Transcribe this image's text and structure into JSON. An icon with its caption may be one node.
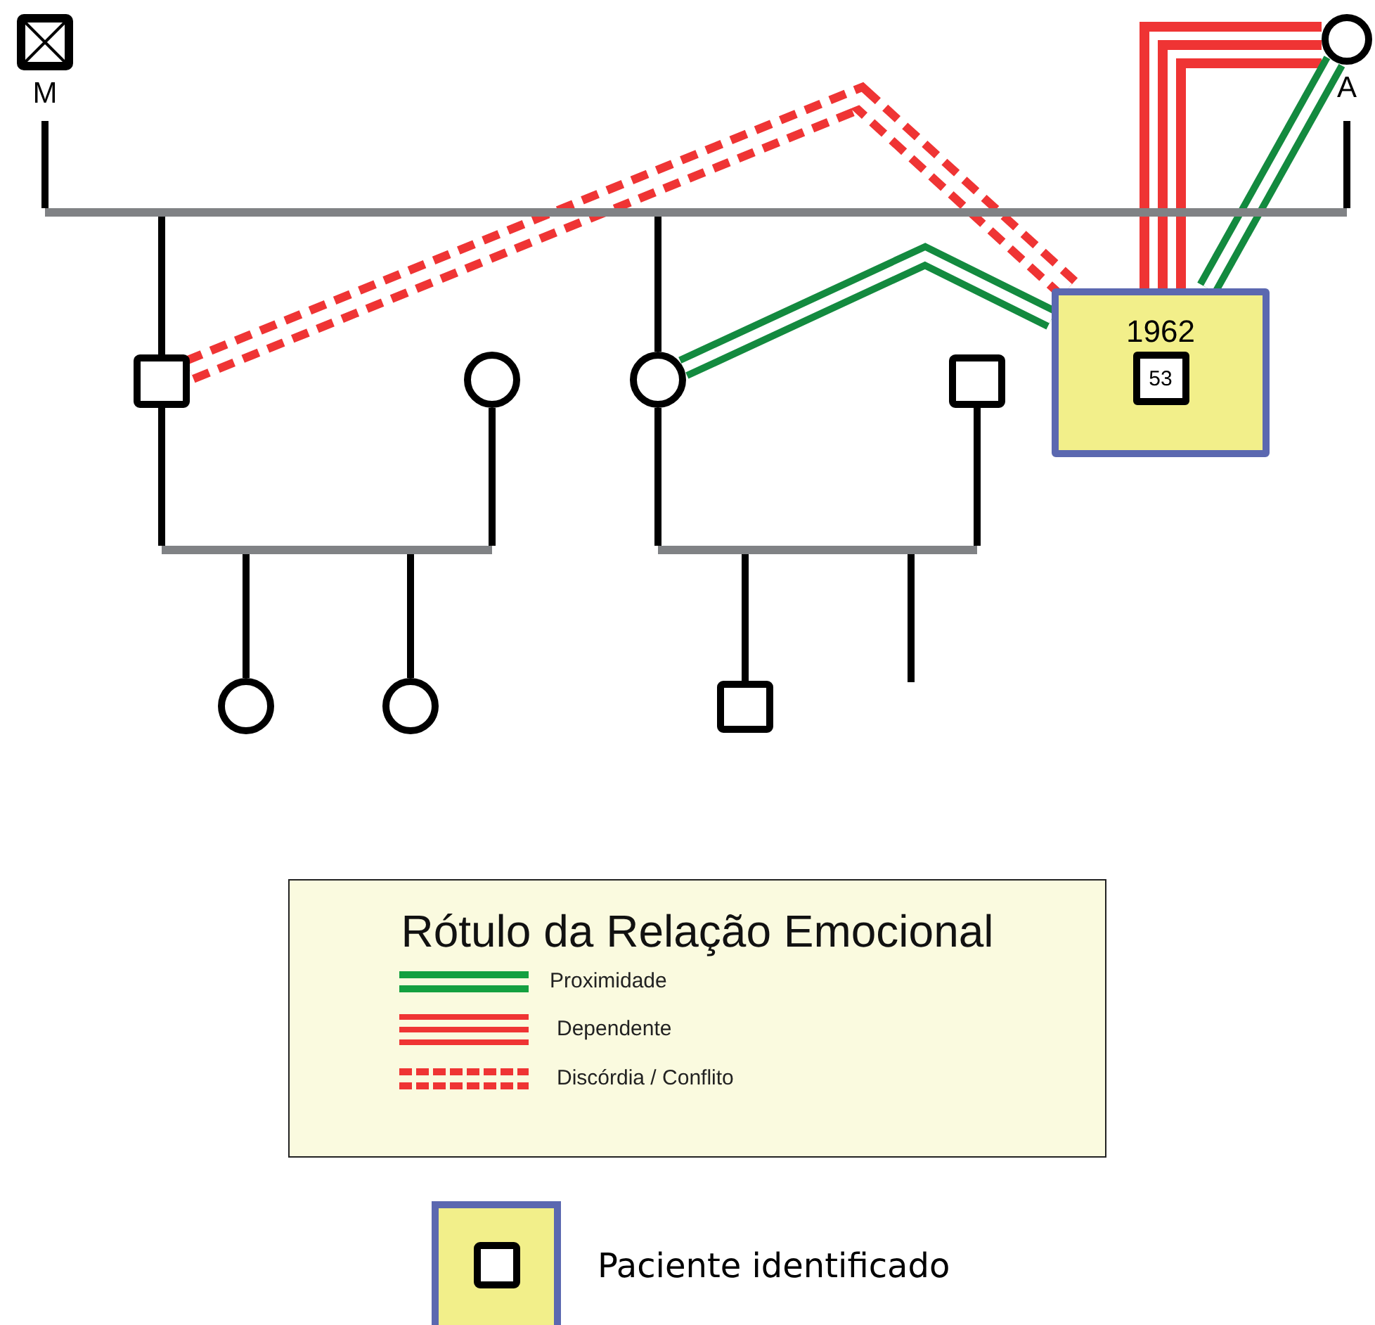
{
  "diagram": {
    "nodes": [
      {
        "text": [
          "M"
        ]
      },
      {
        "text": [
          "A"
        ]
      },
      {
        "text": [],
        "shape": "bar"
      },
      {
        "text": [],
        "shape": "box"
      },
      {
        "text": [],
        "shape": "circle"
      },
      {
        "text": [],
        "shape": "bar"
      },
      {
        "text": [],
        "shape": "circle"
      },
      {
        "text": [],
        "shape": "box"
      },
      {
        "text": [],
        "shape": "bar"
      },
      {
        "text": [
          "1962"
        ]
      },
      {
        "text": [
          "53"
        ],
        "in": 9
      },
      {
        "text": [],
        "shape": "circle"
      },
      {
        "text": [],
        "shape": "circle"
      },
      {
        "text": [],
        "shape": "box"
      },
      {
        "text": [],
        "shape": "box"
      }
    ],
    "edges": [
      {
        "from": 0,
        "to": 2,
        "arrow": "none"
      },
      {
        "from": 1,
        "to": 2,
        "arrow": "none"
      },
      {
        "from": 2,
        "to": 3,
        "arrow": "none"
      },
      {
        "from": 2,
        "to": 6,
        "arrow": "none"
      },
      {
        "from": 3,
        "to": 5,
        "arrow": "none"
      },
      {
        "from": 4,
        "to": 5,
        "arrow": "none"
      },
      {
        "from": 5,
        "to": 11,
        "arrow": "none"
      },
      {
        "from": 5,
        "to": 12,
        "arrow": "none"
      },
      {
        "from": 6,
        "to": 8,
        "arrow": "none"
      },
      {
        "from": 7,
        "to": 8,
        "arrow": "none"
      },
      {
        "from": 8,
        "to": 13,
        "arrow": "none"
      },
      {
        "from": 8,
        "to": null,
        "arrow": "none"
      },
      {
        "from": 3,
        "to": 9,
        "arrow": "none",
        "style": "dashed",
        "color": "#ef3434"
      },
      {
        "from": 6,
        "to": 9,
        "arrow": "none",
        "style": "thick",
        "color": "#138a3f"
      },
      {
        "from": 9,
        "to": 1,
        "arrow": "none",
        "style": "thick",
        "color": "#ef3434"
      },
      {
        "from": 9,
        "to": 1,
        "arrow": "none",
        "style": "thick",
        "color": "#138a3f"
      }
    ],
    "labels": [
      "Rótulo da Relação Emocional"
    ],
    "legend": [
      {
        "text": "Proximidade"
      },
      {
        "text": "Dependente"
      },
      {
        "text": "Discórdia / Conflito"
      },
      {
        "text": "Paciente identificado"
      }
    ]
  }
}
